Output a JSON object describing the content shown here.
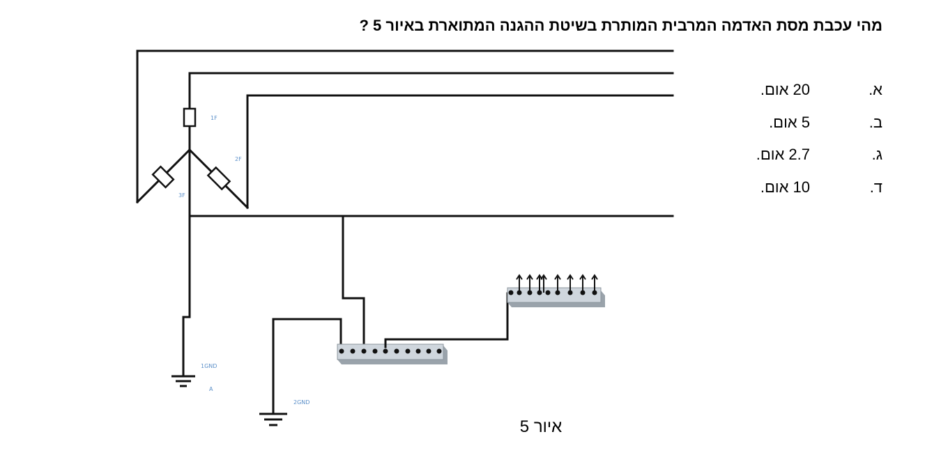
{
  "question": "מהי עכבת מסת האדמה המרבית המותרת בשיטת ההגנה המתוארת באיור 5 ?",
  "answers": [
    {
      "letter": "א.",
      "value": "20 אום."
    },
    {
      "letter": "ב.",
      "value": "5 אום."
    },
    {
      "letter": "ג.",
      "value": "2.7 אום."
    },
    {
      "letter": "ד.",
      "value": "10 אום."
    }
  ],
  "diagram": {
    "labels": {
      "fuse1": "1F",
      "fuse2": "2F",
      "fuse3": "3F",
      "gnd1": "1GND",
      "gnd1_sub": "A",
      "gnd2": "2GND"
    },
    "caption": "איור 5",
    "colors": {
      "wire": "#111111",
      "label": "#5b8fc9",
      "busbar": "#cfd6dd",
      "busbar_shadow": "#9aa3ab"
    }
  }
}
